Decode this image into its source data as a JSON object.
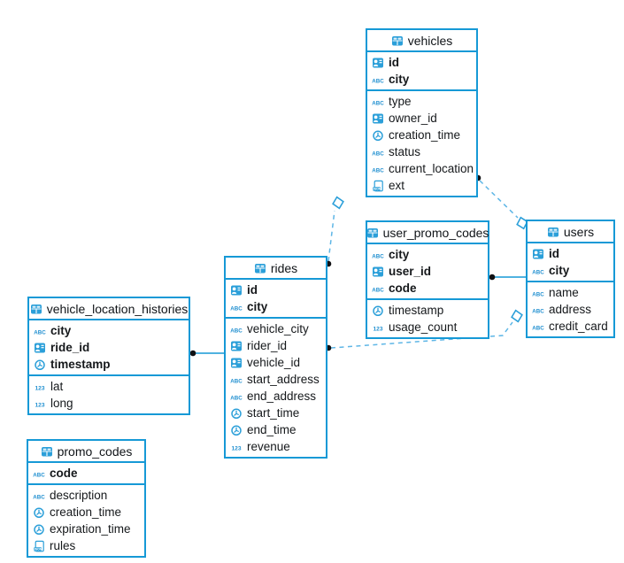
{
  "diagram": {
    "colors": {
      "table_border": "#1699d6",
      "icon_blue": "#2b9fd9",
      "dashed_line": "#5eb6e6",
      "solid_line": "#1699d6",
      "text": "#15181b"
    },
    "tables": [
      {
        "name": "vehicles",
        "icon": "table",
        "primary_key": [
          {
            "name": "id",
            "icon": "uuid"
          },
          {
            "name": "city",
            "icon": "text"
          }
        ],
        "columns": [
          {
            "name": "type",
            "icon": "text"
          },
          {
            "name": "owner_id",
            "icon": "uuid"
          },
          {
            "name": "creation_time",
            "icon": "time"
          },
          {
            "name": "status",
            "icon": "text"
          },
          {
            "name": "current_location",
            "icon": "text"
          },
          {
            "name": "ext",
            "icon": "json"
          }
        ]
      },
      {
        "name": "user_promo_codes",
        "icon": "table",
        "primary_key": [
          {
            "name": "city",
            "icon": "text"
          },
          {
            "name": "user_id",
            "icon": "uuid"
          },
          {
            "name": "code",
            "icon": "text"
          }
        ],
        "columns": [
          {
            "name": "timestamp",
            "icon": "time"
          },
          {
            "name": "usage_count",
            "icon": "num"
          }
        ]
      },
      {
        "name": "users",
        "icon": "table",
        "primary_key": [
          {
            "name": "id",
            "icon": "uuid"
          },
          {
            "name": "city",
            "icon": "text"
          }
        ],
        "columns": [
          {
            "name": "name",
            "icon": "text"
          },
          {
            "name": "address",
            "icon": "text"
          },
          {
            "name": "credit_card",
            "icon": "text"
          }
        ]
      },
      {
        "name": "rides",
        "icon": "table",
        "primary_key": [
          {
            "name": "id",
            "icon": "uuid"
          },
          {
            "name": "city",
            "icon": "text"
          }
        ],
        "columns": [
          {
            "name": "vehicle_city",
            "icon": "text"
          },
          {
            "name": "rider_id",
            "icon": "uuid"
          },
          {
            "name": "vehicle_id",
            "icon": "uuid"
          },
          {
            "name": "start_address",
            "icon": "text"
          },
          {
            "name": "end_address",
            "icon": "text"
          },
          {
            "name": "start_time",
            "icon": "time"
          },
          {
            "name": "end_time",
            "icon": "time"
          },
          {
            "name": "revenue",
            "icon": "num"
          }
        ]
      },
      {
        "name": "vehicle_location_histories",
        "icon": "table",
        "primary_key": [
          {
            "name": "city",
            "icon": "text"
          },
          {
            "name": "ride_id",
            "icon": "uuid"
          },
          {
            "name": "timestamp",
            "icon": "time"
          }
        ],
        "columns": [
          {
            "name": "lat",
            "icon": "num"
          },
          {
            "name": "long",
            "icon": "num"
          }
        ]
      },
      {
        "name": "promo_codes",
        "icon": "table",
        "primary_key": [
          {
            "name": "code",
            "icon": "text"
          }
        ],
        "columns": [
          {
            "name": "description",
            "icon": "text"
          },
          {
            "name": "creation_time",
            "icon": "time"
          },
          {
            "name": "expiration_time",
            "icon": "time"
          },
          {
            "name": "rules",
            "icon": "json"
          }
        ]
      }
    ],
    "relationships": [
      {
        "from": "vehicle_location_histories",
        "to": "rides",
        "style": "solid"
      },
      {
        "from": "user_promo_codes",
        "to": "users",
        "style": "solid"
      },
      {
        "from": "rides",
        "to": "vehicles",
        "style": "dashed"
      },
      {
        "from": "vehicles",
        "to": "users",
        "style": "dashed"
      },
      {
        "from": "rides",
        "to": "users",
        "style": "dashed"
      }
    ]
  }
}
